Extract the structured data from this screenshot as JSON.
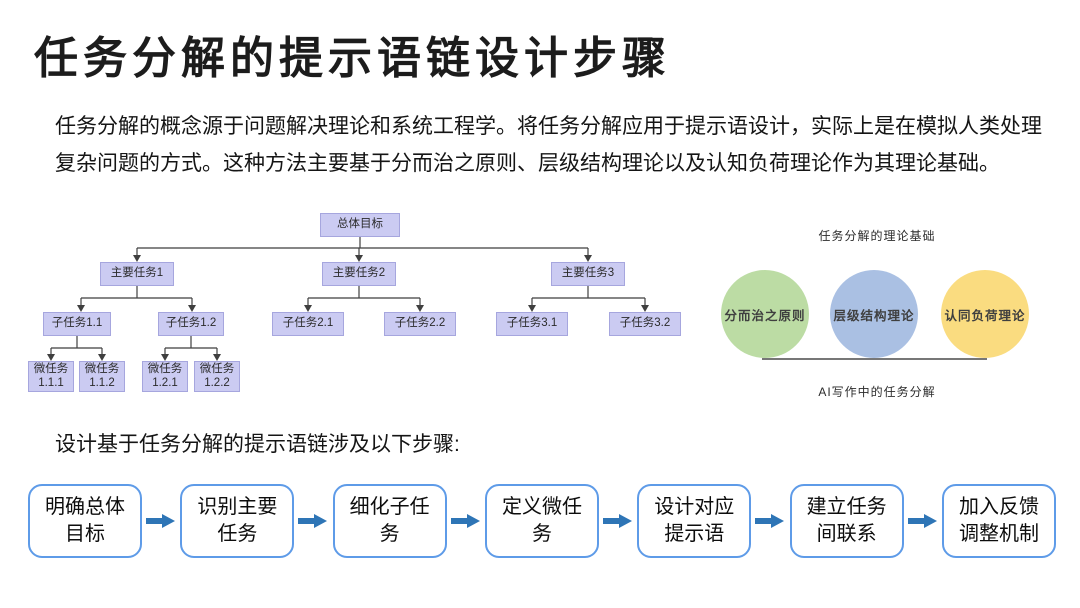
{
  "slide": {
    "title": "任务分解的提示语链设计步骤",
    "paragraph_lines": [
      "任务分解的概念源于问题解决理论和系统工程学。将任务分解应用于提示语设计，实际上是在模拟人类处理",
      "复杂问题的方式。这种方法主要基于分而治之原则、层级结构理论以及认知负荷理论作为其理论基础。"
    ],
    "steps_intro": "设计基于任务分解的提示语链涉及以下步骤:"
  },
  "tree": {
    "box_fill": "#cbcbf2",
    "box_border": "#a6a6de",
    "nodes": {
      "root": {
        "label": "总体目标"
      },
      "main1": {
        "label": "主要任务1"
      },
      "main2": {
        "label": "主要任务2"
      },
      "main3": {
        "label": "主要任务3"
      },
      "sub11": {
        "label": "子任务1.1"
      },
      "sub12": {
        "label": "子任务1.2"
      },
      "sub21": {
        "label": "子任务2.1"
      },
      "sub22": {
        "label": "子任务2.2"
      },
      "sub31": {
        "label": "子任务3.1"
      },
      "sub32": {
        "label": "子任务3.2"
      },
      "micro111": {
        "label": "微任务\n1.1.1"
      },
      "micro112": {
        "label": "微任务\n1.1.2"
      },
      "micro121": {
        "label": "微任务\n1.2.1"
      },
      "micro122": {
        "label": "微任务\n1.2.2"
      }
    }
  },
  "theory": {
    "title": "任务分解的理论基础",
    "caption": "AI写作中的任务分解",
    "circles": [
      {
        "label": "分而治之原则",
        "color": "#bcdca4"
      },
      {
        "label": "层级结构理论",
        "color": "#aac0e3"
      },
      {
        "label": "认同负荷理论",
        "color": "#fadc80"
      }
    ]
  },
  "steps": {
    "arrow_color": "#2e75b6",
    "box_border_color": "#5e9be8",
    "items": [
      {
        "label": "明确总体\n目标"
      },
      {
        "label": "识别主要\n任务"
      },
      {
        "label": "细化子任\n务"
      },
      {
        "label": "定义微任\n务"
      },
      {
        "label": "设计对应\n提示语"
      },
      {
        "label": "建立任务\n间联系"
      },
      {
        "label": "加入反馈\n调整机制"
      }
    ]
  }
}
